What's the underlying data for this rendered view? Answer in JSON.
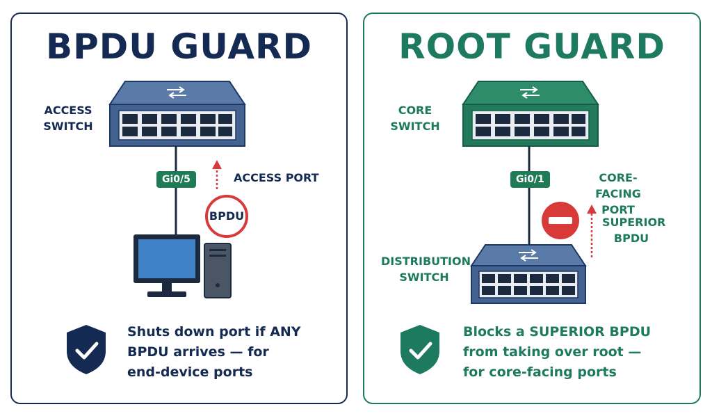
{
  "left": {
    "title": "BPDU GUARD",
    "switch_label_1": "ACCESS",
    "switch_label_2": "SWITCH",
    "port": "Gi0/5",
    "port_type": "ACCESS PORT",
    "bpdu": "BPDU",
    "desc_1": "Shuts down port if ANY",
    "desc_2": "BPDU arrives — for",
    "desc_3": "end-device ports",
    "color": "#142a52"
  },
  "right": {
    "title": "ROOT GUARD",
    "switch_label_1": "CORE",
    "switch_label_2": "SWITCH",
    "port": "Gi0/1",
    "port_type_1": "CORE-FACING",
    "port_type_2": "PORT",
    "superior_1": "SUPERIOR",
    "superior_2": "BPDU",
    "dist_label_1": "DISTRIBUTION",
    "dist_label_2": "SWITCH",
    "desc_1": "Blocks a SUPERIOR BPDU",
    "desc_2": "from taking over root —",
    "desc_3": "for core-facing ports",
    "color": "#1d7a5e"
  }
}
